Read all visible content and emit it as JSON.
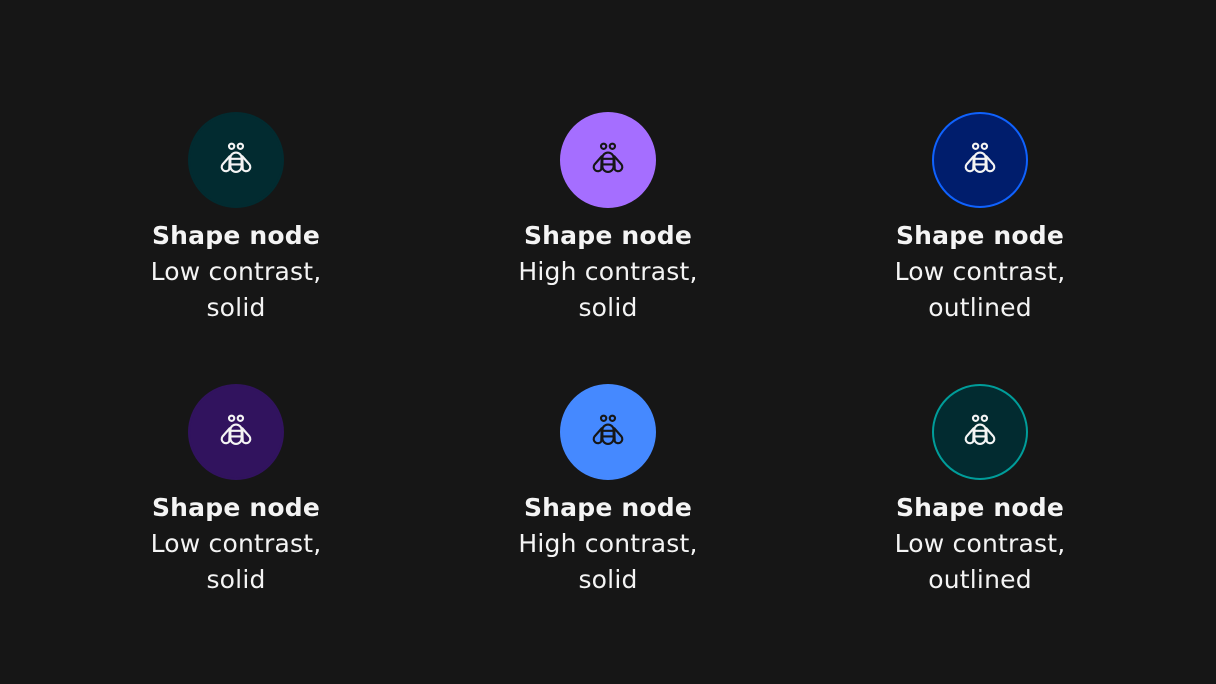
{
  "nodes": [
    {
      "title": "Shape node",
      "line1": "Low contrast,",
      "line2": "solid",
      "fill": "#022b30",
      "border": "#022b30",
      "icon_color": "#f4f4f4",
      "icon": "bee-icon"
    },
    {
      "title": "Shape node",
      "line1": "High contrast,",
      "line2": "solid",
      "fill": "#a56eff",
      "border": "#a56eff",
      "icon_color": "#161616",
      "icon": "bee-icon"
    },
    {
      "title": "Shape node",
      "line1": "Low contrast,",
      "line2": "outlined",
      "fill": "#001d6c",
      "border": "#0f62fe",
      "icon_color": "#f4f4f4",
      "icon": "bee-icon"
    },
    {
      "title": "Shape node",
      "line1": "Low contrast,",
      "line2": "solid",
      "fill": "#31135e",
      "border": "#31135e",
      "icon_color": "#f4f4f4",
      "icon": "bee-icon"
    },
    {
      "title": "Shape node",
      "line1": "High contrast,",
      "line2": "solid",
      "fill": "#4589ff",
      "border": "#4589ff",
      "icon_color": "#161616",
      "icon": "bee-icon"
    },
    {
      "title": "Shape node",
      "line1": "Low contrast,",
      "line2": "outlined",
      "fill": "#022b30",
      "border": "#009d9a",
      "icon_color": "#f4f4f4",
      "icon": "bee-icon"
    }
  ]
}
